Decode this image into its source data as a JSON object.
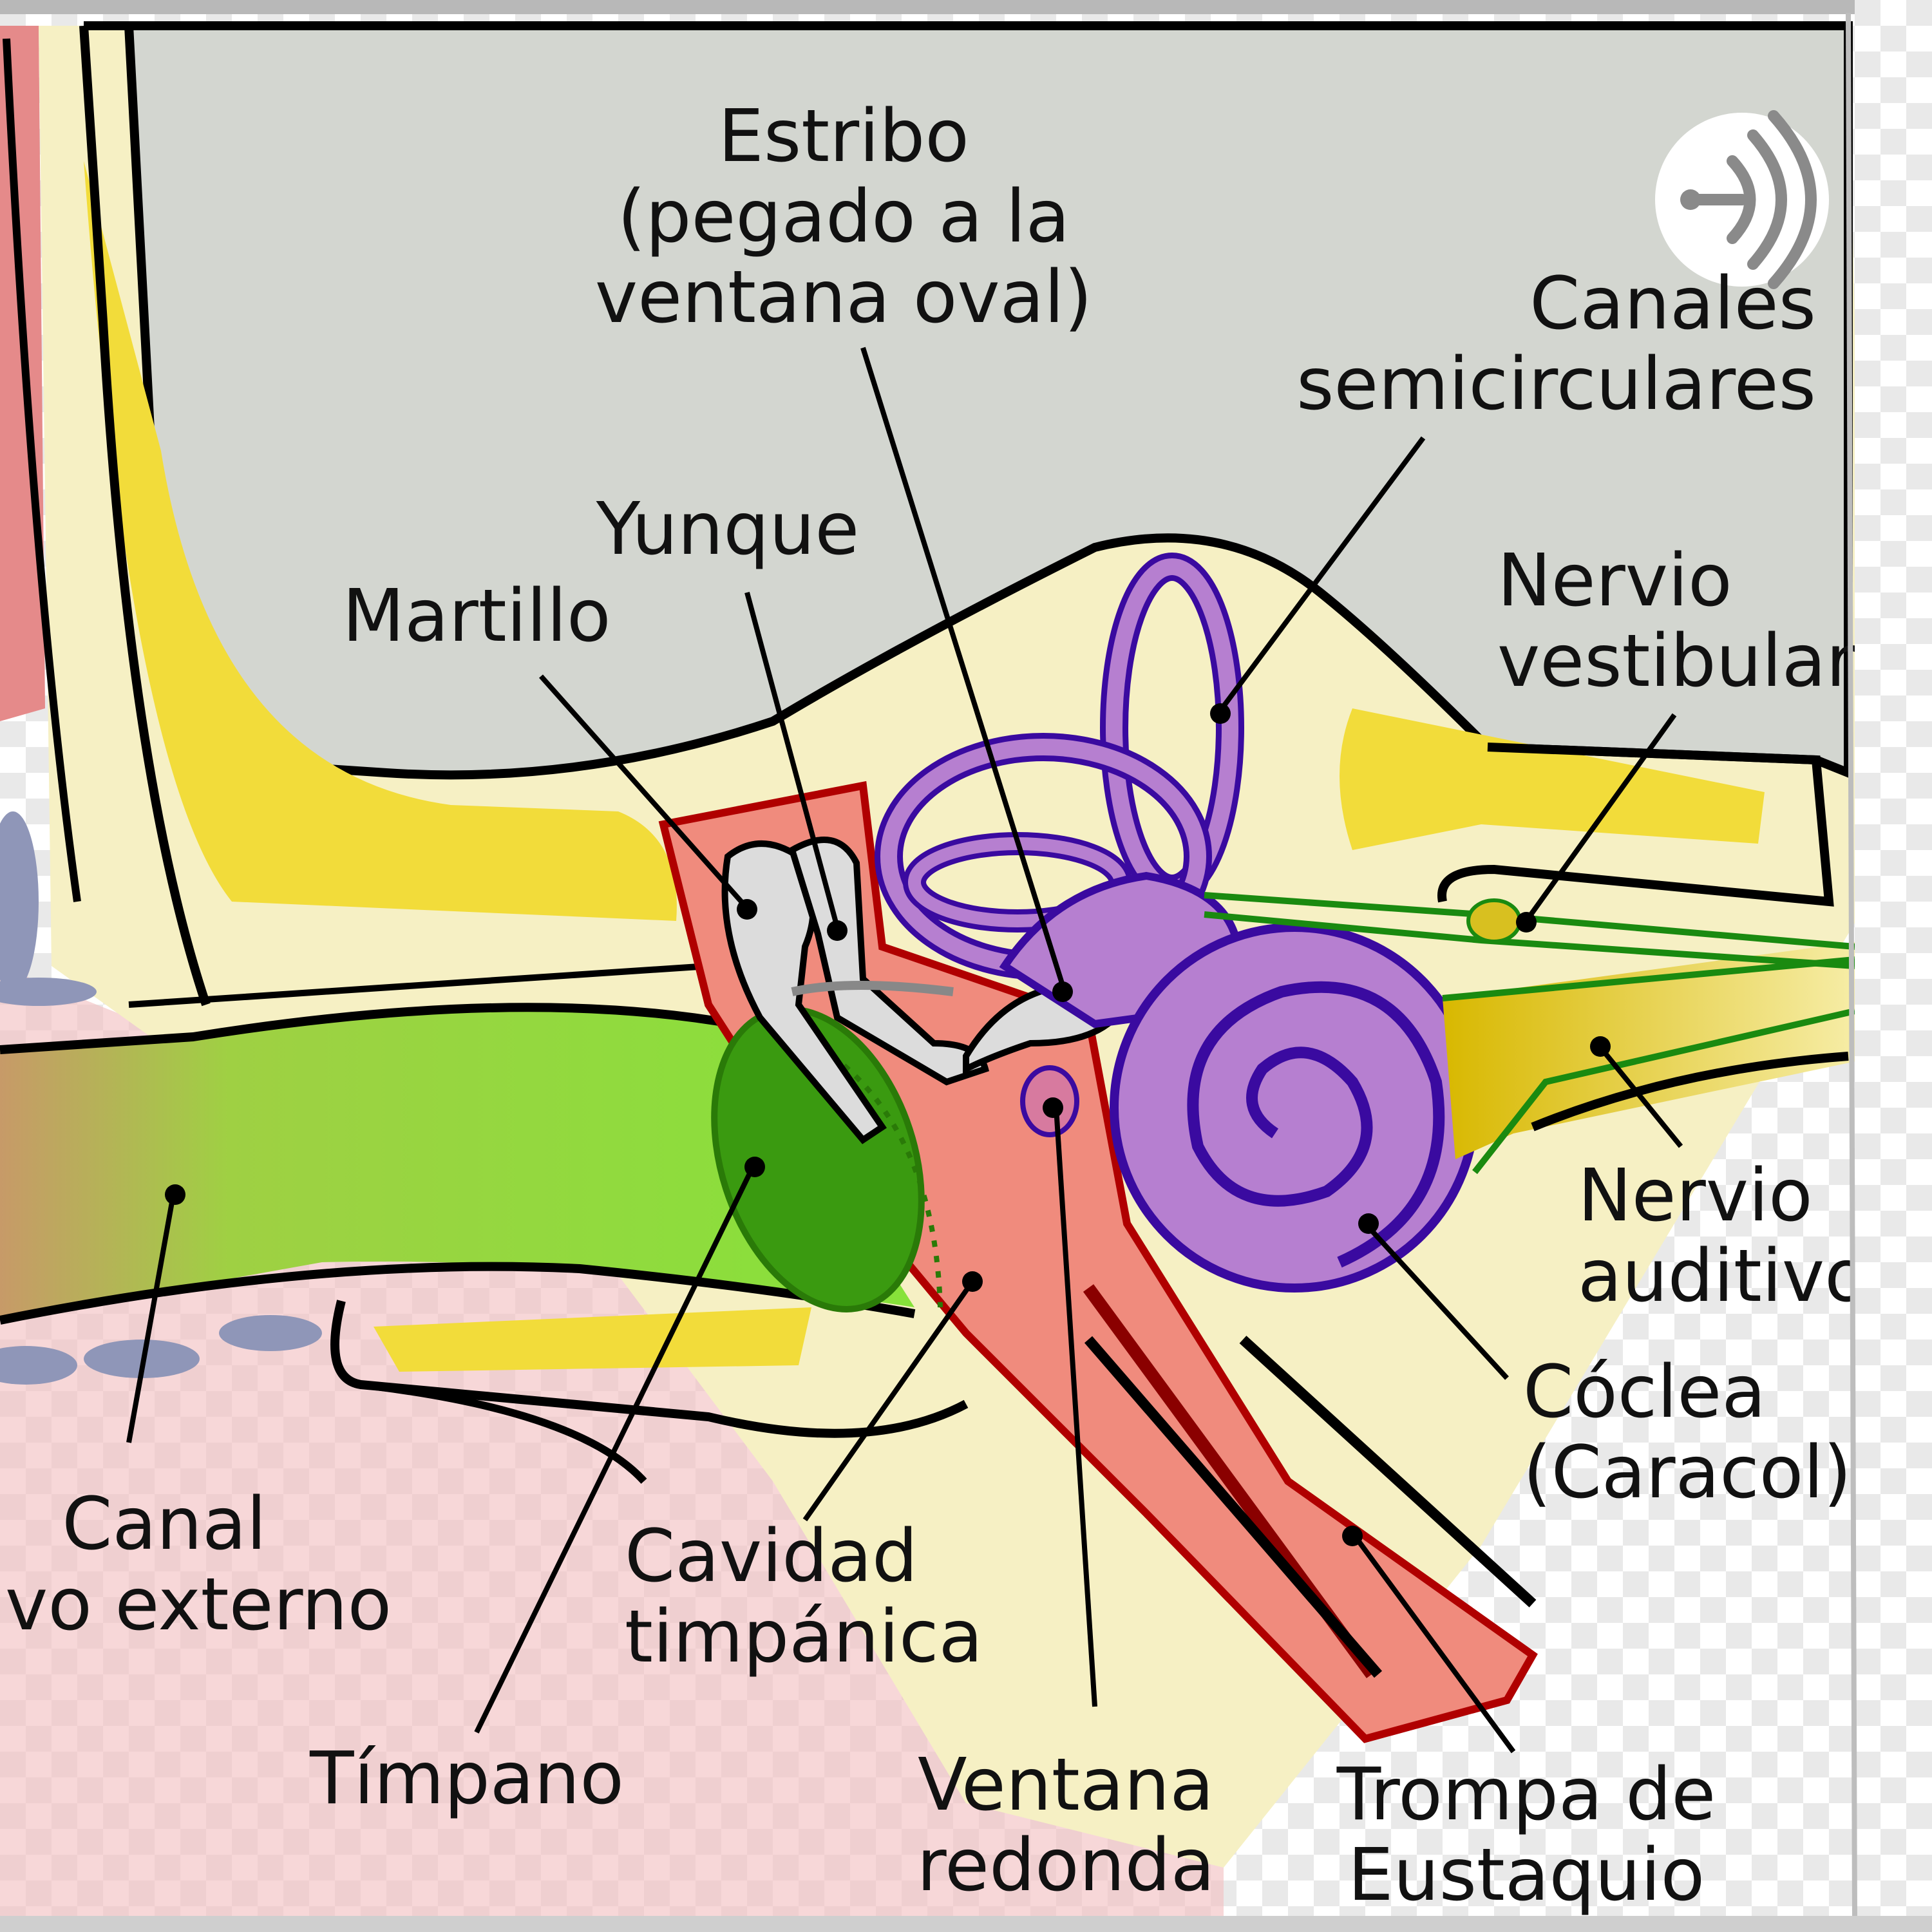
{
  "colors": {
    "skull": "#d3d6d0",
    "bone_cream": "#f6f0c4",
    "bone_yellow": "#f2dc3a",
    "canal_green": "#8fdc3c",
    "eardrum_green": "#3a9a10",
    "cavity_red": "#f08b7d",
    "cavity_border": "#b00000",
    "labyrinth_purple": "#b67fd0",
    "labyrinth_border": "#3a0aa0",
    "nerve_green": "#1a8a10",
    "nerve_yellow": "#d8c020",
    "ossicle_gray": "#dcdcdc",
    "tissue_pink": "#f7d7d8",
    "checker": "#e9e9e9",
    "logo_bg": "#ffffff",
    "logo_fg": "#8a8a8a"
  },
  "logo": {
    "icon": "podcast-broadcast-icon"
  },
  "labels": {
    "estribo": [
      "Estribo",
      "(pegado a la",
      "ventana oval)"
    ],
    "canales": [
      "Canales",
      "semicirculares"
    ],
    "yunque": [
      "Yunque"
    ],
    "martillo": [
      "Martillo"
    ],
    "nervio_vestibular": [
      "Nervio",
      "vestibular"
    ],
    "nervio_auditivo": [
      "Nervio",
      "auditivo"
    ],
    "coclea": [
      "Cóclea",
      "(Caracol)"
    ],
    "canal_auditivo": [
      "Canal",
      "itivo externo"
    ],
    "cavidad": [
      "Cavidad",
      "timpánica"
    ],
    "timpano": [
      "Tímpano"
    ],
    "ventana_redonda": [
      "Ventana",
      "redonda"
    ],
    "trompa": [
      "Trompa de",
      "Eustaquio"
    ]
  }
}
